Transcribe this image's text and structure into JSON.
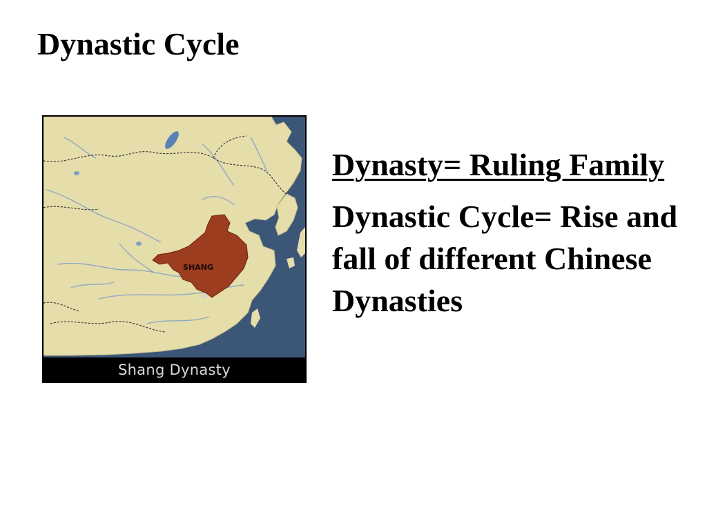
{
  "slide": {
    "title": "Dynastic Cycle"
  },
  "map": {
    "region_label": "SHANG",
    "caption": "Shang Dynasty",
    "colors": {
      "land": "#e5ddaa",
      "sea": "#3c5678",
      "shang_territory": "#9c3d1f",
      "river": "#8fa9c5",
      "border": "#3c3c3c"
    }
  },
  "definitions": [
    {
      "text": "Dynasty= Ruling Family",
      "underlined": true
    },
    {
      "text": "Dynastic Cycle= Rise and fall of different Chinese Dynasties",
      "underlined": false
    }
  ]
}
